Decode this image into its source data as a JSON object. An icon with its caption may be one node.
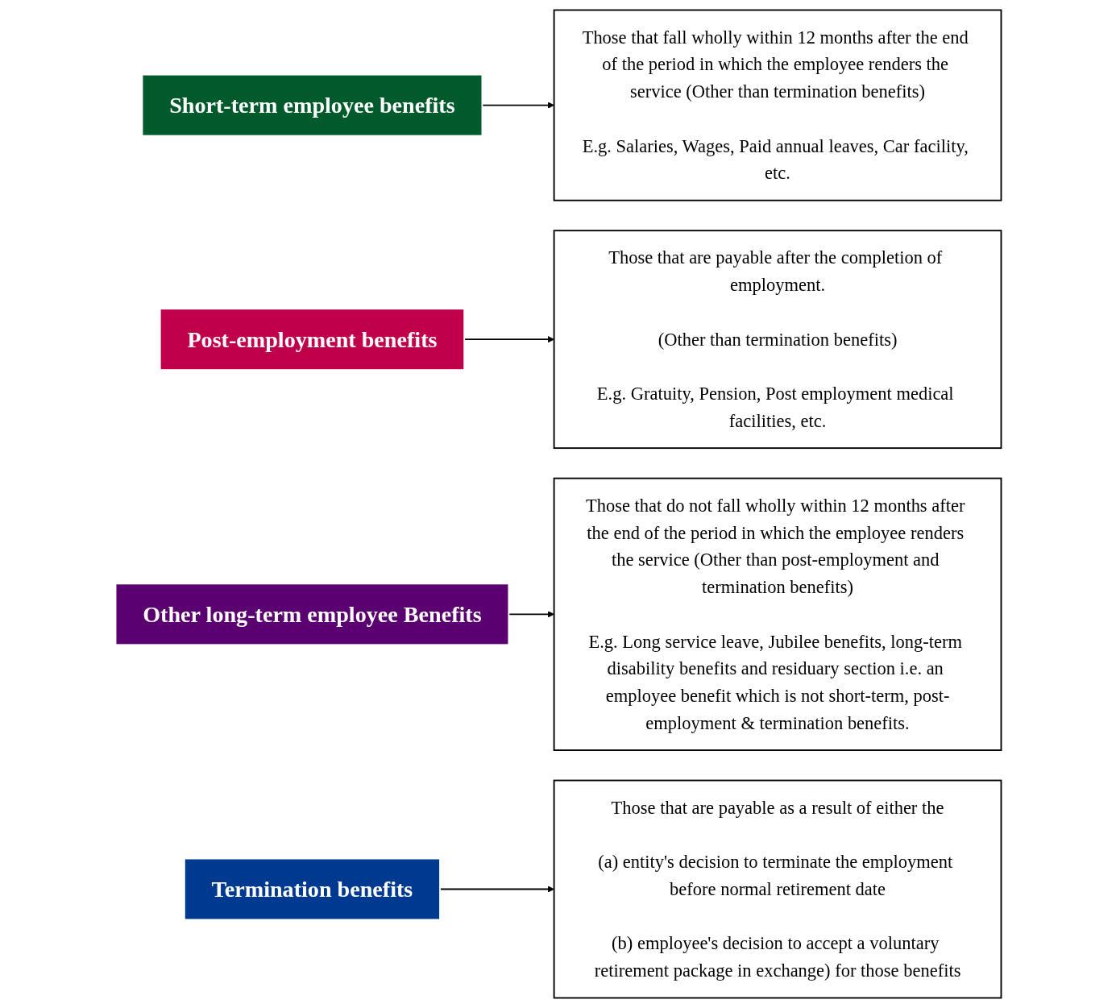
{
  "diagram": {
    "nodes": [
      {
        "text": [
          "Short-term employee benefits"
        ]
      },
      {
        "text": [
          "Those that fall wholly within 12 months after the end of the period in which the employee renders the service (Other than termination benefits)",
          "E.g. Salaries, Wages, Paid annual leaves, Car facility, etc."
        ]
      },
      {
        "text": [
          "Post-employment benefits"
        ]
      },
      {
        "text": [
          "Those that are payable after the completion of employment.",
          "(Other than termination benefits)",
          "E.g. Gratuity, Pension, Post employment medical facilities, etc."
        ]
      },
      {
        "text": [
          "Other long-term employee Benefits"
        ]
      },
      {
        "text": [
          "Those that do not fall wholly within 12 months after the end of the period in which the employee renders the service (Other than post-employment and termination benefits)",
          "E.g. Long service leave, Jubilee benefits, long-term disability benefits and residuary section i.e. an employee benefit which is not short-term, post-employment & termination benefits."
        ]
      },
      {
        "text": [
          "Termination benefits"
        ]
      },
      {
        "text": [
          "Those that are payable as a result of either the",
          "(a) entity's decision to terminate the employment before normal retirement date",
          "(b) employee's decision to accept a voluntary retirement package in exchange) for those benefits"
        ]
      }
    ],
    "edges": [
      {
        "from": 0,
        "to": 1,
        "arrow": "to"
      },
      {
        "from": 2,
        "to": 3,
        "arrow": "to"
      },
      {
        "from": 4,
        "to": 5,
        "arrow": "to"
      },
      {
        "from": 6,
        "to": 7,
        "arrow": "to"
      }
    ]
  }
}
